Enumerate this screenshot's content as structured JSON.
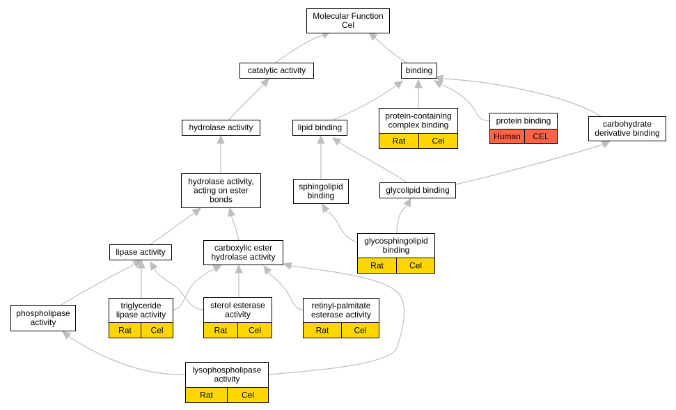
{
  "colors": {
    "node_fill": "#ffffff",
    "node_border": "#000000",
    "edge": "#bfbfbf",
    "annotation_gold": "#ffd700",
    "annotation_red": "#ff6347"
  },
  "nodes": {
    "molecular_function": {
      "lines": [
        "Molecular Function",
        "Cel"
      ],
      "cells": []
    },
    "catalytic_activity": {
      "lines": [
        "catalytic activity"
      ],
      "cells": []
    },
    "binding": {
      "lines": [
        "binding"
      ],
      "cells": []
    },
    "hydrolase_activity": {
      "lines": [
        "hydrolase activity"
      ],
      "cells": []
    },
    "lipid_binding": {
      "lines": [
        "lipid binding"
      ],
      "cells": []
    },
    "protein_containing_complex_binding": {
      "lines": [
        "protein-containing",
        "complex binding"
      ],
      "cells": [
        "Rat",
        "Cel"
      ],
      "cell_color": "annotation_gold"
    },
    "protein_binding": {
      "lines": [
        "protein binding"
      ],
      "cells": [
        "Human",
        "CEL"
      ],
      "cell_color": "annotation_red"
    },
    "carbohydrate_derivative_binding": {
      "lines": [
        "carbohydrate",
        "derivative binding"
      ],
      "cells": []
    },
    "hydrolase_activity_ester": {
      "lines": [
        "hydrolase activity,",
        "acting on ester",
        "bonds"
      ],
      "cells": []
    },
    "sphingolipid_binding": {
      "lines": [
        "sphingolipid",
        "binding"
      ],
      "cells": []
    },
    "glycolipid_binding": {
      "lines": [
        "glycolipid binding"
      ],
      "cells": []
    },
    "glycosphingolipid_binding": {
      "lines": [
        "glycosphingolipid",
        "binding"
      ],
      "cells": [
        "Rat",
        "Cel"
      ],
      "cell_color": "annotation_gold"
    },
    "lipase_activity": {
      "lines": [
        "lipase activity"
      ],
      "cells": []
    },
    "carboxylic_ester_hydrolase_activity": {
      "lines": [
        "carboxylic ester",
        "hydrolase activity"
      ],
      "cells": []
    },
    "phospholipase_activity": {
      "lines": [
        "phospholipase",
        "activity"
      ],
      "cells": []
    },
    "triglyceride_lipase_activity": {
      "lines": [
        "triglyceride",
        "lipase activity"
      ],
      "cells": [
        "Rat",
        "Cel"
      ],
      "cell_color": "annotation_gold"
    },
    "sterol_esterase_activity": {
      "lines": [
        "sterol esterase",
        "activity"
      ],
      "cells": [
        "Rat",
        "Cel"
      ],
      "cell_color": "annotation_gold"
    },
    "retinyl_palmitate_esterase_activity": {
      "lines": [
        "retinyl-palmitate",
        "esterase activity"
      ],
      "cells": [
        "Rat",
        "Cel"
      ],
      "cell_color": "annotation_gold"
    },
    "lysophospholipase_activity": {
      "lines": [
        "lysophospholipase",
        "activity"
      ],
      "cells": [
        "Rat",
        "Cel"
      ],
      "cell_color": "annotation_gold"
    }
  },
  "edges": [
    {
      "from": "catalytic_activity",
      "to": "molecular_function"
    },
    {
      "from": "binding",
      "to": "molecular_function"
    },
    {
      "from": "hydrolase_activity",
      "to": "catalytic_activity"
    },
    {
      "from": "lipid_binding",
      "to": "binding"
    },
    {
      "from": "protein_containing_complex_binding",
      "to": "binding"
    },
    {
      "from": "protein_binding",
      "to": "binding"
    },
    {
      "from": "carbohydrate_derivative_binding",
      "to": "binding"
    },
    {
      "from": "hydrolase_activity_ester",
      "to": "hydrolase_activity"
    },
    {
      "from": "sphingolipid_binding",
      "to": "lipid_binding"
    },
    {
      "from": "glycolipid_binding",
      "to": "lipid_binding"
    },
    {
      "from": "glycolipid_binding",
      "to": "carbohydrate_derivative_binding"
    },
    {
      "from": "glycosphingolipid_binding",
      "to": "sphingolipid_binding"
    },
    {
      "from": "glycosphingolipid_binding",
      "to": "glycolipid_binding"
    },
    {
      "from": "lipase_activity",
      "to": "hydrolase_activity_ester"
    },
    {
      "from": "carboxylic_ester_hydrolase_activity",
      "to": "hydrolase_activity_ester"
    },
    {
      "from": "phospholipase_activity",
      "to": "lipase_activity"
    },
    {
      "from": "triglyceride_lipase_activity",
      "to": "lipase_activity"
    },
    {
      "from": "triglyceride_lipase_activity",
      "to": "carboxylic_ester_hydrolase_activity"
    },
    {
      "from": "sterol_esterase_activity",
      "to": "lipase_activity"
    },
    {
      "from": "sterol_esterase_activity",
      "to": "carboxylic_ester_hydrolase_activity"
    },
    {
      "from": "retinyl_palmitate_esterase_activity",
      "to": "carboxylic_ester_hydrolase_activity"
    },
    {
      "from": "lysophospholipase_activity",
      "to": "phospholipase_activity"
    },
    {
      "from": "lysophospholipase_activity",
      "to": "carboxylic_ester_hydrolase_activity"
    }
  ]
}
